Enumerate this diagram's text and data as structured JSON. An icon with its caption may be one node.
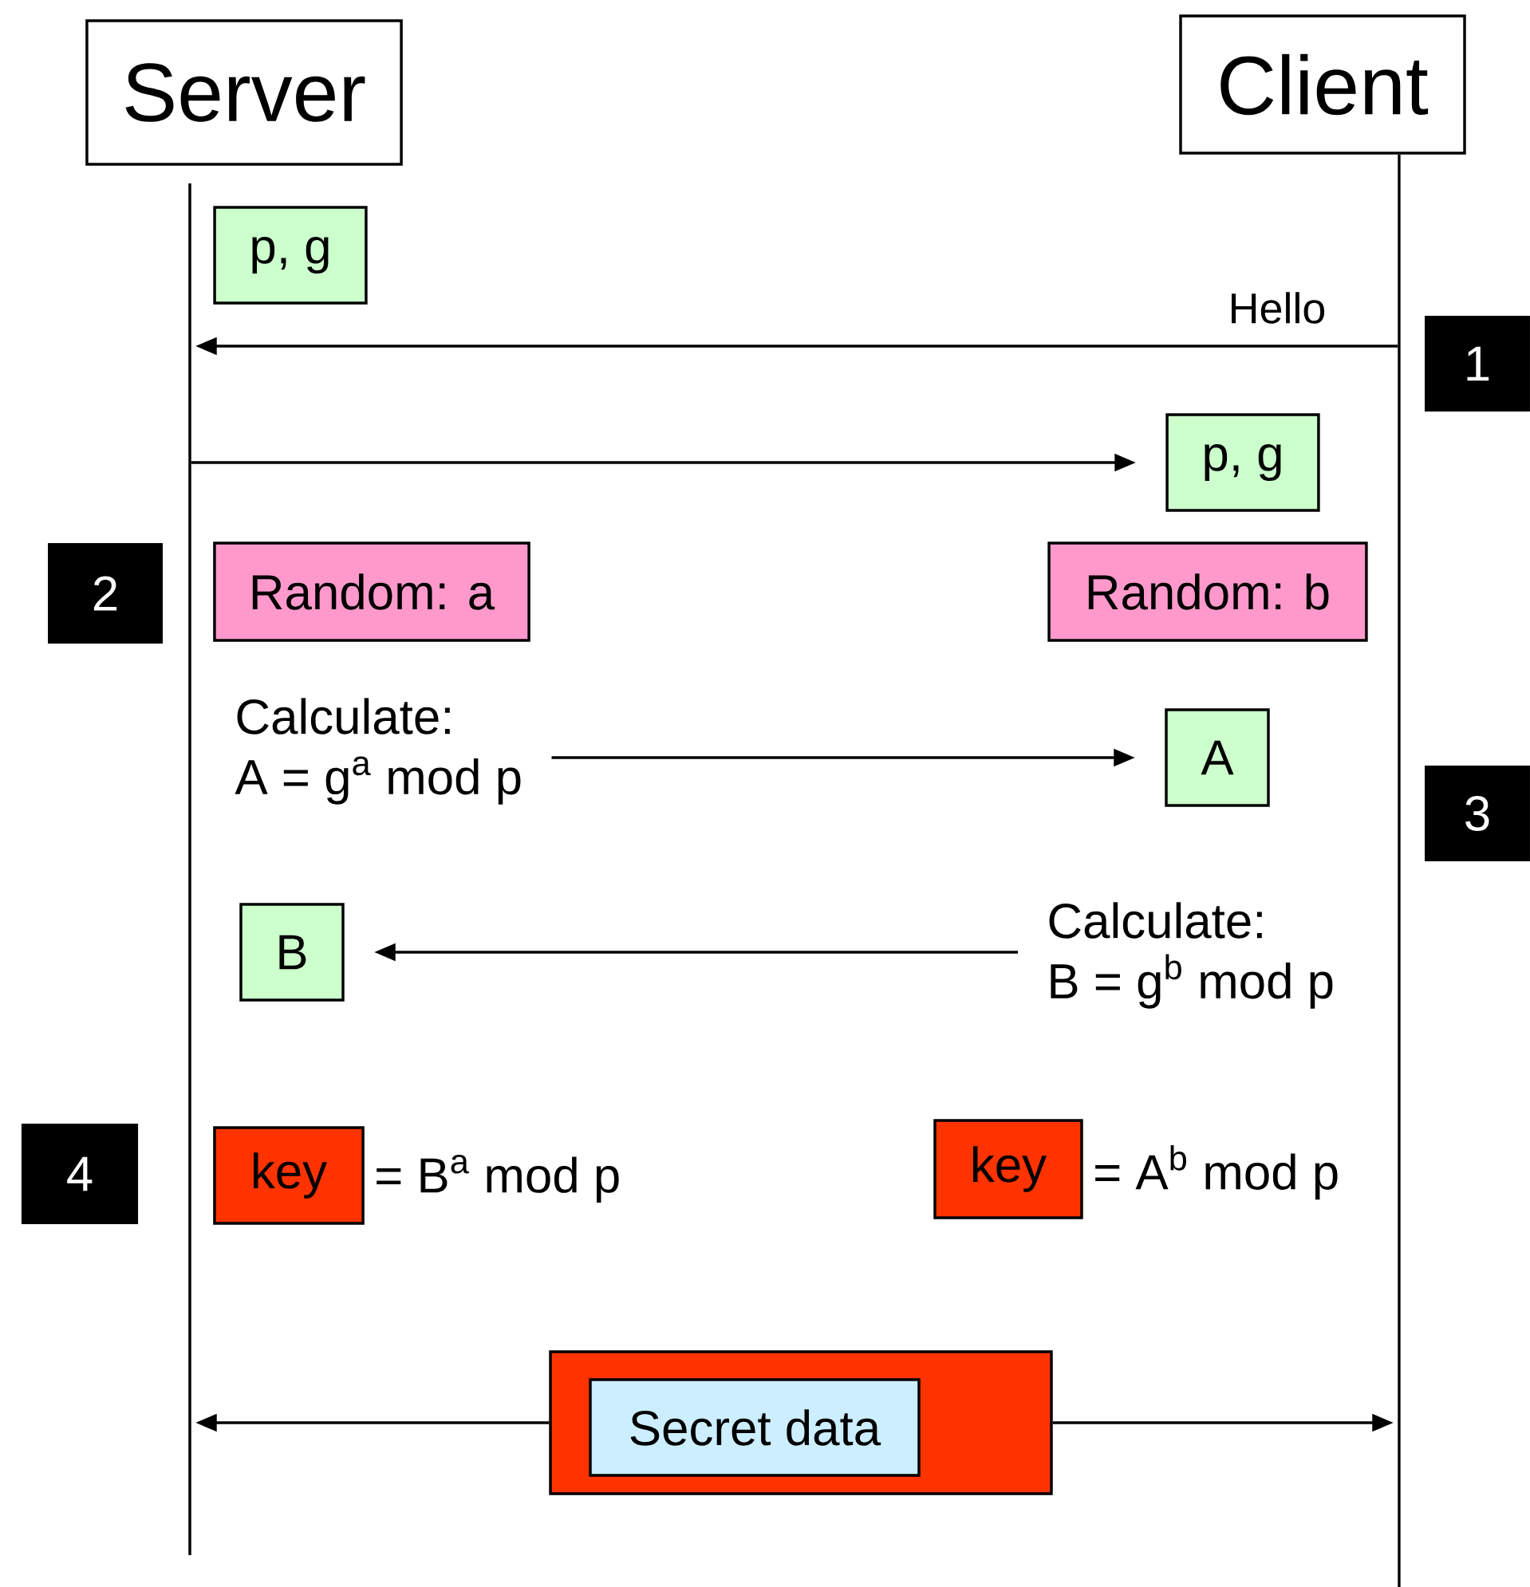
{
  "diagram": {
    "nodes": [
      {
        "text": [
          "Server"
        ]
      },
      {
        "text": [
          "Client"
        ]
      },
      {
        "text": [],
        "shape": "bar"
      },
      {
        "text": [],
        "shape": "bar"
      },
      {
        "text": [
          "p, g"
        ]
      },
      {
        "text": [
          "1"
        ]
      },
      {
        "text": [
          "p, g"
        ]
      },
      {
        "text": [
          "2"
        ]
      },
      {
        "text": [
          "Random: a"
        ]
      },
      {
        "text": [
          "Random: b"
        ]
      },
      {
        "text": [
          "Calculate:",
          "A = g$^{a}$ mod p"
        ]
      },
      {
        "text": [
          "A"
        ]
      },
      {
        "text": [
          "3"
        ]
      },
      {
        "text": [
          "B"
        ]
      },
      {
        "text": [
          "Calculate:",
          "B = g$^{b}$ mod p"
        ]
      },
      {
        "text": [
          "4"
        ]
      },
      {
        "text": [
          "key"
        ],
        "beside": [
          "= B$^{a}$ mod p"
        ]
      },
      {
        "text": [
          "key"
        ],
        "beside": [
          "= A$^{b}$ mod p"
        ]
      },
      {
        "text": [],
        "shape": "box"
      },
      {
        "text": [
          "Secret data"
        ],
        "in": 18
      }
    ],
    "edges": [
      {
        "from": 3,
        "to": 2,
        "arrow": "to",
        "label": "Hello"
      },
      {
        "from": 2,
        "to": 6,
        "arrow": "to"
      },
      {
        "from": 10,
        "to": 11,
        "arrow": "to"
      },
      {
        "from": 14,
        "to": 13,
        "arrow": "to"
      },
      {
        "from": 18,
        "to": 2,
        "arrow": "to"
      },
      {
        "from": 18,
        "to": 3,
        "arrow": "to"
      }
    ]
  }
}
